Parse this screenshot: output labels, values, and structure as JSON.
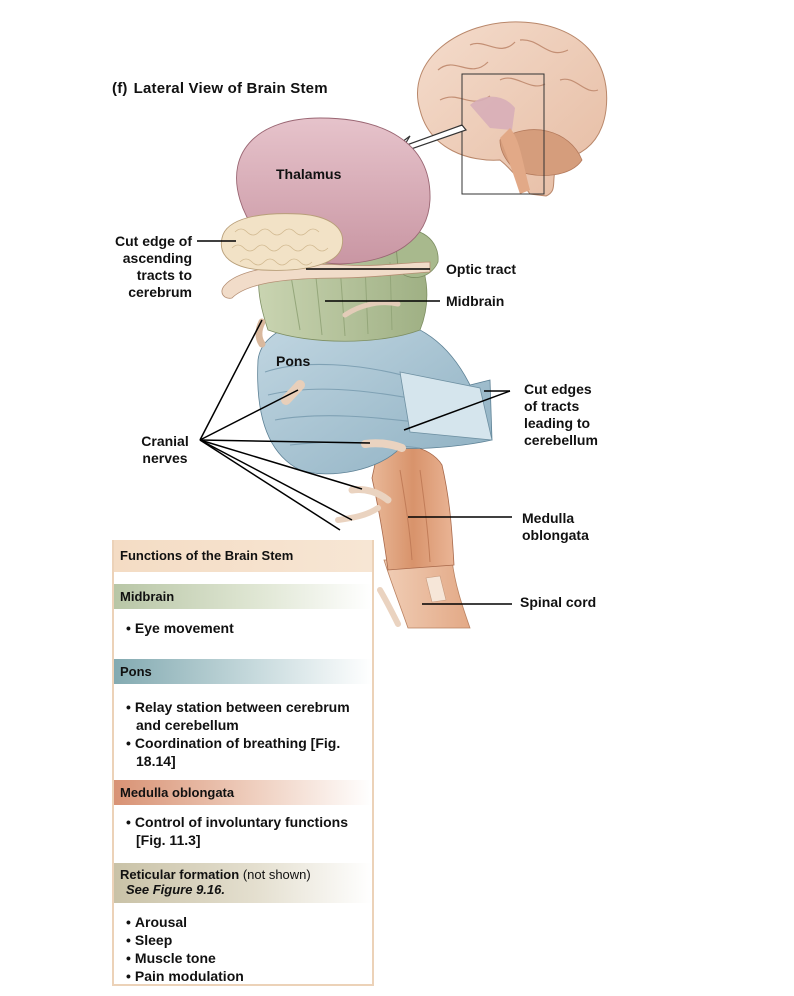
{
  "figure": {
    "tag": "(f)",
    "title": "Lateral View of Brain Stem"
  },
  "labels": {
    "thalamus": "Thalamus",
    "cut_edge_ascending": [
      "Cut edge of",
      "ascending",
      "tracts to",
      "cerebrum"
    ],
    "optic_tract": "Optic tract",
    "midbrain": "Midbrain",
    "pons": "Pons",
    "cut_edges_cerebellum": [
      "Cut edges",
      "of tracts",
      "leading to",
      "cerebellum"
    ],
    "cranial_nerves": [
      "Cranial",
      "nerves"
    ],
    "medulla_oblongata": [
      "Medulla",
      "oblongata"
    ],
    "spinal_cord": "Spinal cord"
  },
  "functions": {
    "title": "Functions of the Brain Stem",
    "midbrain": {
      "heading": "Midbrain",
      "items": [
        "Eye movement"
      ]
    },
    "pons": {
      "heading": "Pons",
      "items": [
        "Relay station between cerebrum and cerebellum",
        "Coordination of breathing [Fig. 18.14]"
      ]
    },
    "medulla": {
      "heading": "Medulla oblongata",
      "items": [
        "Control of involuntary functions [Fig. 11.3]"
      ]
    },
    "reticular": {
      "heading": "Reticular formation",
      "note": "(not shown)",
      "see": "See Figure 9.16.",
      "items": [
        "Arousal",
        "Sleep",
        "Muscle tone",
        "Pain modulation"
      ]
    }
  },
  "colors": {
    "thalamus": "#d7aeb8",
    "midbrain": "#b9c5a0",
    "pons": "#a7c3d2",
    "medulla": "#e0a784",
    "nerve": "#f3dcc8",
    "panel_border": "#ecd2b8"
  }
}
